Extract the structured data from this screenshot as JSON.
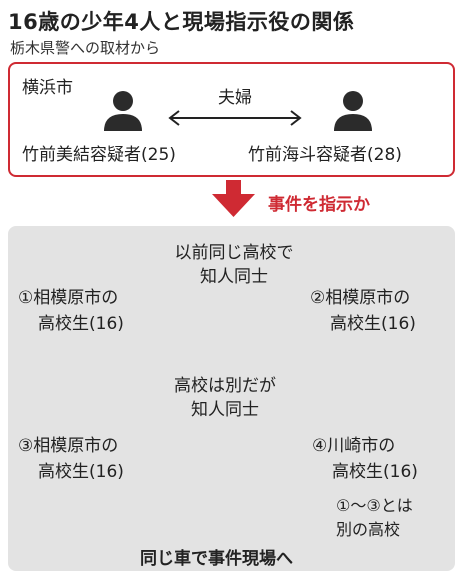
{
  "header": {
    "title": "16歳の少年4人と現場指示役の関係",
    "subtitle": "栃木県警への取材から"
  },
  "top": {
    "place": "横浜市",
    "relation": "夫婦",
    "left_person": "竹前美結容疑者(25)",
    "right_person": "竹前海斗容疑者(28)"
  },
  "instruction": "事件を指示か",
  "bottom": {
    "rel_top": [
      "以前同じ高校で",
      "知人同士"
    ],
    "rel_diag": [
      "高校は別だが",
      "知人同士"
    ],
    "p1": {
      "num": "①",
      "line1": "相模原市の",
      "line2": "高校生(16)"
    },
    "p2": {
      "num": "②",
      "line1": "相模原市の",
      "line2": "高校生(16)"
    },
    "p3": {
      "num": "③",
      "line1": "相模原市の",
      "line2": "高校生(16)"
    },
    "p4": {
      "num": "④",
      "line1": "川崎市の",
      "line2": "高校生(16)"
    },
    "p4_note": [
      "①～③とは",
      "別の高校"
    ],
    "footer": "同じ車で事件現場へ"
  },
  "colors": {
    "accent": "#cf2a33",
    "icon": "#2b2b2b",
    "panel": "#e3e3e3"
  }
}
